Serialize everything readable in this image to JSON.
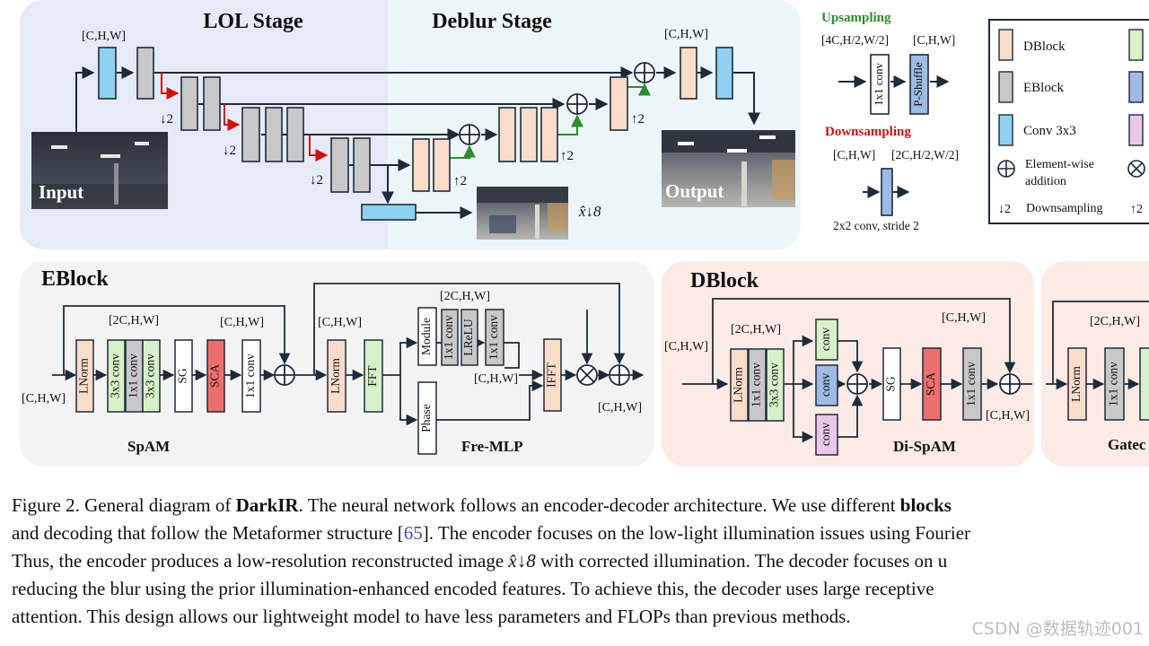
{
  "diagram": {
    "stages": {
      "lol": "LOL Stage",
      "deblur": "Deblur Stage"
    },
    "dims": {
      "chw": "[C,H,W]",
      "c2hw": "[2C,H,W]",
      "up_in": "[4C,H/2,W/2]",
      "down_out": "[2C,H/2,W/2]"
    },
    "arrows": {
      "down": "↓2",
      "up": "↑2"
    },
    "images": {
      "input": "Input",
      "output": "Output",
      "low_res": "x̂↓8"
    },
    "upsampling": {
      "title": "Upsampling",
      "conv": "1x1 conv",
      "shuffle": "P-Shuffle"
    },
    "downsampling": {
      "title": "Downsampling",
      "caption": "2x2 conv, stride 2"
    },
    "legend": {
      "dblock": "DBlock",
      "eblock": "EBlock",
      "conv": "Conv 3x3",
      "add_line1": "Element-wise",
      "add_line2": "addition",
      "downsampling": "Downsampling",
      "up_partial": "↑2"
    },
    "eblock": {
      "title": "EBlock",
      "spam": "SpAM",
      "fremlp": "Fre-MLP",
      "lnorm": "LNorm",
      "conv3": "3x3 conv",
      "conv1": "1x1 conv",
      "sg": "SG",
      "sca": "SCA",
      "fft": "FFT",
      "ifft": "IFFT",
      "module": "Module",
      "phase": "Phase",
      "lrelu": "LReLU"
    },
    "dblock": {
      "title": "DBlock",
      "dispam": "Di-SpAM",
      "conv": "conv",
      "gated_partial": "Gatec"
    }
  },
  "caption": {
    "l1a": "Figure 2. General diagram of ",
    "l1b": "DarkIR",
    "l1c": ". The neural network follows an encoder-decoder architecture. We use different ",
    "l1d": "blocks",
    "l2a": "and decoding that follow the Metaformer structure [",
    "l2ref": "65",
    "l2b": "]. The encoder focuses on the low-light illumination issues using Fourier",
    "l3a": "Thus, the encoder produces a low-resolution reconstructed image ",
    "l3math": "x̂↓8",
    "l3b": " with corrected illumination. The decoder focuses on u",
    "l4": "reducing the blur using the prior illumination-enhanced encoded features.  To achieve this, the decoder uses large receptive",
    "l5": "attention. This design allows our lightweight model to have less parameters and FLOPs than previous methods."
  },
  "watermark": "CSDN @数据轨迹001",
  "colors": {
    "dblock": "#fadccb",
    "eblock": "#c8c8c8",
    "conv": "#8fd1f0",
    "sca": "#ec6f6f",
    "green": "#d6f1c8",
    "blue": "#9dbbe4",
    "pink": "#e9c8ec",
    "arrow_red": "#cc1111",
    "arrow_green": "#2e8b2e",
    "lol_bg": "#e6eaf7",
    "deblur_bg": "#ecf5f9",
    "dblock_bg": "#fbebe4",
    "eblock_bg": "#f3f3f3"
  }
}
